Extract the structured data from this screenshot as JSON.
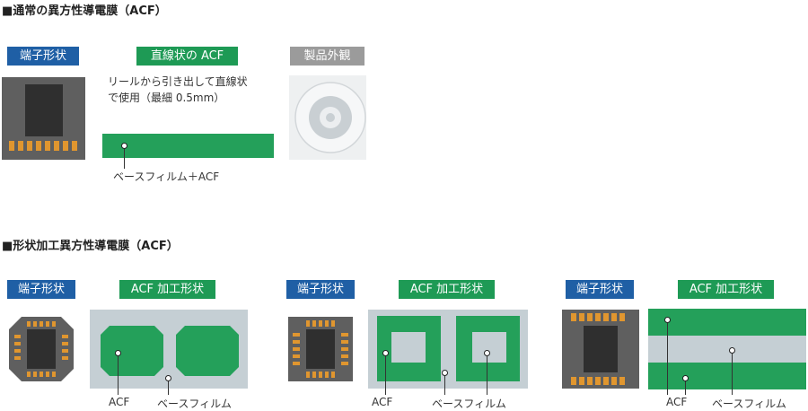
{
  "section1": {
    "heading": "■通常の異方性導電膜（ACF）",
    "tag_terminal": "端子形状",
    "tag_linear": "直線状の ACF",
    "tag_appearance": "製品外観",
    "desc_line1": "リールから引き出して直線状",
    "desc_line2": "で使用（最細 0.5mm）",
    "label_base": "ベースフィルム＋ACF"
  },
  "section2": {
    "heading": "■形状加工異方性導電膜（ACF）",
    "groups": [
      {
        "tag_terminal": "端子形状",
        "tag_acf": "ACF 加工形状",
        "label_acf": "ACF",
        "label_base": "ベースフィルム"
      },
      {
        "tag_terminal": "端子形状",
        "tag_acf": "ACF 加工形状",
        "label_acf": "ACF",
        "label_base": "ベースフィルム"
      },
      {
        "tag_terminal": "端子形状",
        "tag_acf": "ACF 加工形状",
        "label_acf": "ACF",
        "label_base": "ベースフィルム"
      }
    ]
  },
  "colors": {
    "tag_blue": "#1f5fa5",
    "tag_green": "#1e9a55",
    "tag_gray": "#9b9b9b",
    "acf_green": "#24a05a",
    "base_film": "#c5cfd4",
    "pad_orange": "#e0962f"
  }
}
